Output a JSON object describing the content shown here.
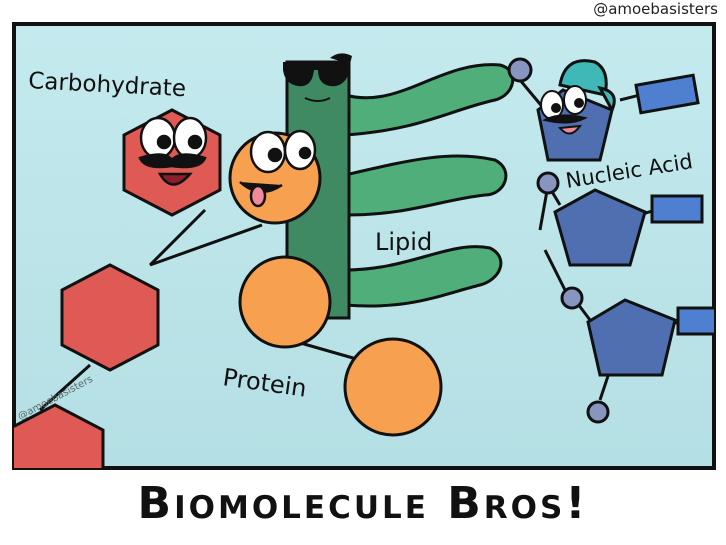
{
  "credit": "@amoebasisters",
  "labels": {
    "carbohydrate": "Carbohydrate",
    "lipid": "Lipid",
    "protein": "Protein",
    "nucleic_acid": "Nucleic Acid",
    "watermark": "@amoebasisters"
  },
  "title": "Biomolecule Bros!",
  "colors": {
    "background": "#c2e8ec",
    "carbohydrate": "#e05a55",
    "lipid": "#4fae7a",
    "lipid_head": "#3f8a62",
    "protein": "#f7a04f",
    "nucleic_acid": "#4f6fb0",
    "phosphate": "#8795c0",
    "base": "#4f7fd0",
    "cap": "#3fb8b8"
  }
}
